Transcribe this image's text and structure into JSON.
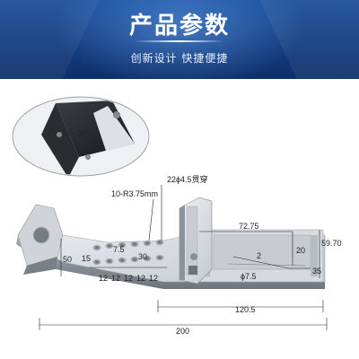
{
  "header": {
    "title": "产品参数",
    "subtitle": "创新设计  快捷便捷"
  },
  "dimensions": {
    "hole_spec": "22ϕ4.5贯穿",
    "radius_spec": "10-R3.75mm",
    "d_72_75": "72.75",
    "d_59_70": "59.70",
    "d_20": "20",
    "d_2": "2",
    "d_35": "35",
    "d_phi_7_5": "ϕ7.5",
    "d_120_5": "120.5",
    "d_200": "200",
    "d_50": "50",
    "d_15": "15",
    "d_7_5": "7.5",
    "d_30": "30",
    "d_12_a": "12",
    "d_12_b": "12",
    "d_12_c": "12",
    "d_12_d": "12",
    "d_12_e": "12",
    "inset_30": "30"
  },
  "colors": {
    "banner": "#123b7e",
    "metal_light": "#e6e9ee",
    "metal_dark": "#8e949c",
    "dimension_line": "#222222"
  }
}
